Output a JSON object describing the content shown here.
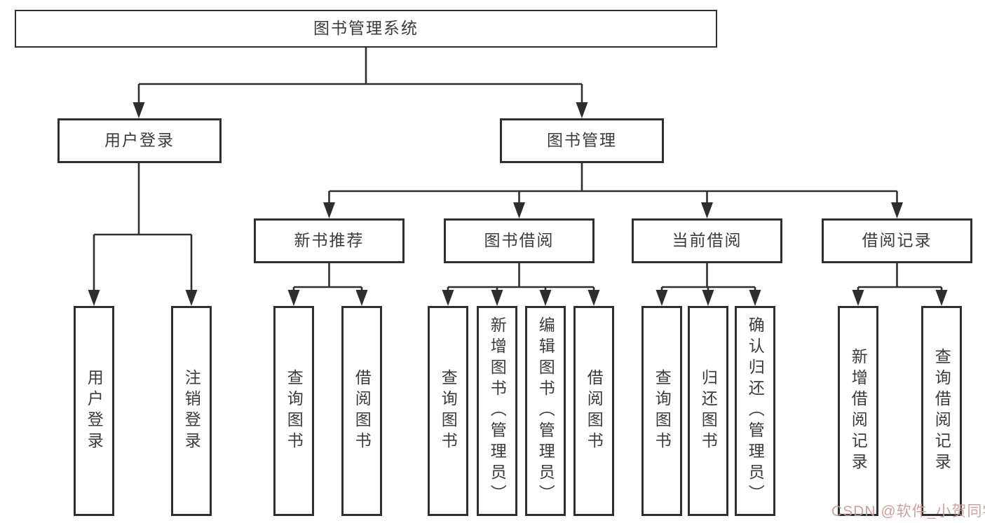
{
  "diagram": {
    "title": "图书管理系统",
    "root": {
      "label": "图书管理系统"
    },
    "level2": [
      {
        "label": "用户登录"
      },
      {
        "label": "图书管理"
      }
    ],
    "level3": [
      {
        "label": "新书推荐"
      },
      {
        "label": "图书借阅"
      },
      {
        "label": "当前借阅"
      },
      {
        "label": "借阅记录"
      }
    ],
    "leaves": {
      "login": [
        "用户登录",
        "注销登录"
      ],
      "newbook": [
        "查询图书",
        "借阅图书"
      ],
      "borrow": [
        "查询图书",
        "新增图书（管理员）",
        "编辑图书（管理员）",
        "借阅图书"
      ],
      "current": [
        "查询图书",
        "归还图书",
        "确认归还（管理员）"
      ],
      "records": [
        "新增借阅记录",
        "查询借阅记录"
      ]
    }
  },
  "watermark": {
    "text": "CSDN @软件_小贺同学",
    "color": "#cb9898"
  },
  "colors": {
    "line": "#303030",
    "text": "#3b3b3b",
    "background": "#ffffff"
  }
}
